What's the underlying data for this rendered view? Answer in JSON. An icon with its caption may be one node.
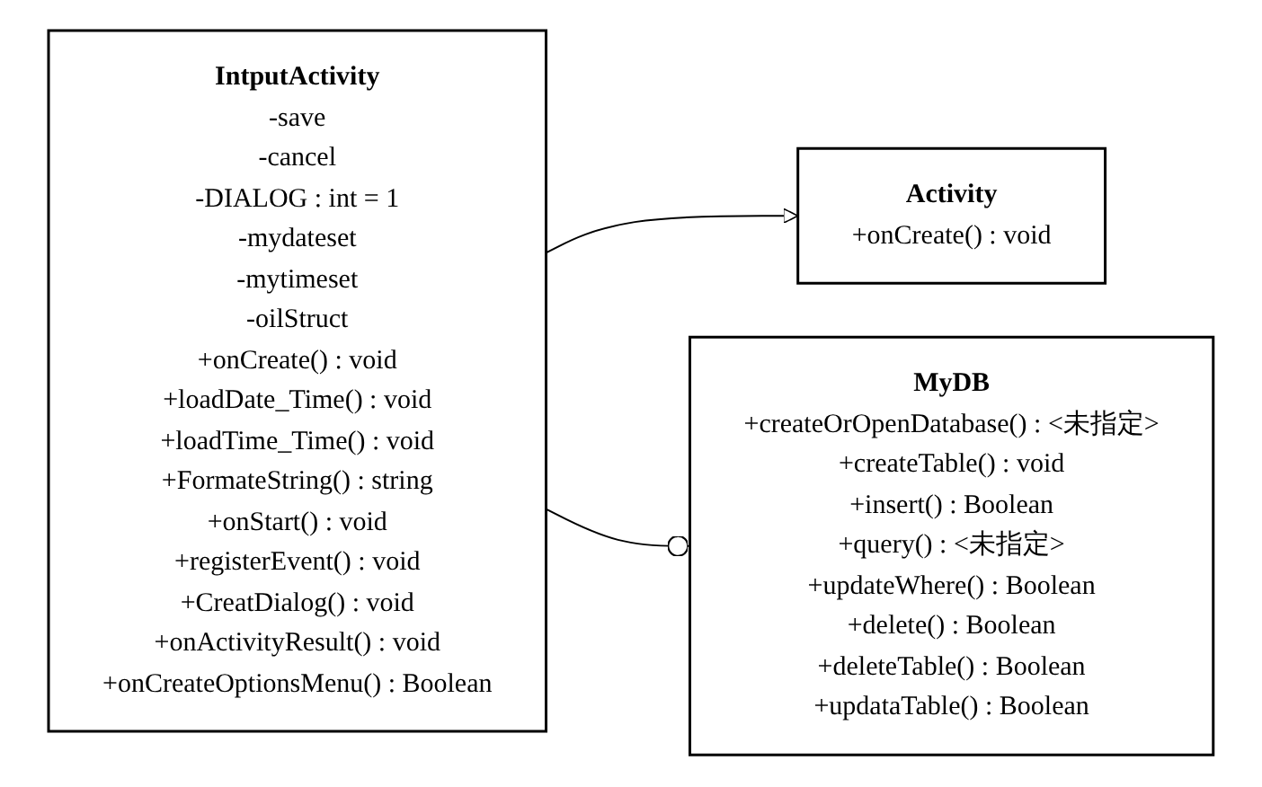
{
  "diagram": {
    "nodes": [
      {
        "text": [
          "IntputActivity",
          "-save",
          "-cancel",
          "-DIALOG : int = 1",
          "-mydateset",
          "-mytimeset",
          "-oilStruct",
          "+onCreate() : void",
          "+loadDate_Time() : void",
          "+loadTime_Time() : void",
          "+FormateString() : string",
          "+onStart() : void",
          "+registerEvent() : void",
          "+CreatDialog() : void",
          "+onActivityResult() : void",
          "+onCreateOptionsMenu() : Boolean"
        ]
      },
      {
        "text": [
          "Activity",
          "+onCreate() : void"
        ]
      },
      {
        "text": [
          "MyDB",
          "+createOrOpenDatabase() : <未指定>",
          "+createTable() : void",
          "+insert() : Boolean",
          "+query() : <未指定>",
          "+updateWhere() : Boolean",
          "+delete() : Boolean",
          "+deleteTable() : Boolean",
          "+updataTable() : Boolean"
        ]
      }
    ],
    "edges": [
      {
        "from": 0,
        "to": 1,
        "arrow": "to"
      },
      {
        "from": 0,
        "to": 2,
        "arrow": "other"
      }
    ]
  }
}
